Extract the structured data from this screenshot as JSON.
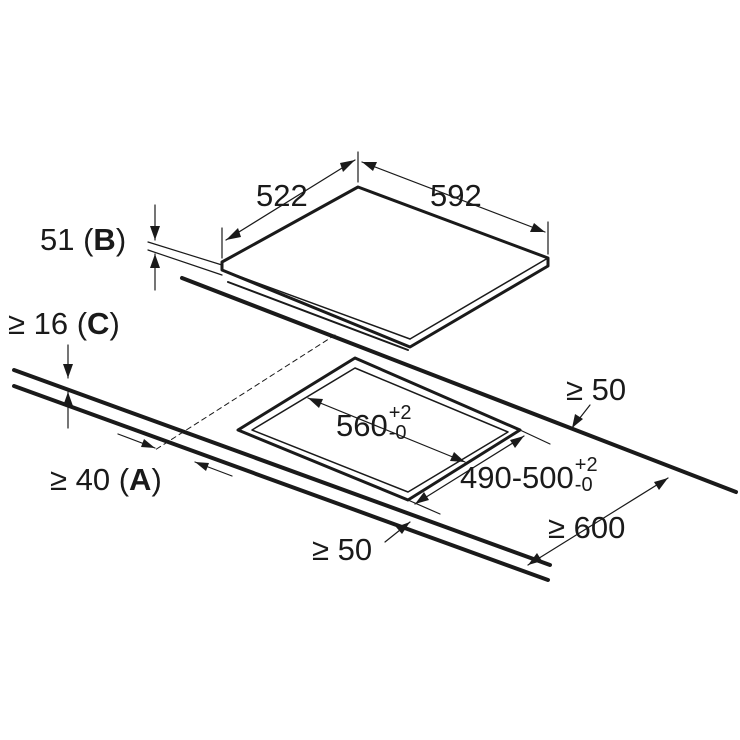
{
  "dimensions": {
    "depth": "522",
    "width": "592",
    "thickness_value": "51",
    "thickness_ref": "B",
    "front_clearance_value": "≥ 16",
    "front_clearance_ref": "C",
    "cutout_width": "560",
    "cutout_width_tol_upper": "+2",
    "cutout_width_tol_lower": "-0",
    "cutout_depth": "490-500",
    "cutout_depth_tol_upper": "+2",
    "cutout_depth_tol_lower": "-0",
    "edge_distance_value": "≥ 40",
    "edge_distance_ref": "A",
    "rear_clearance": "≥ 50",
    "side_clearance": "≥ 50",
    "counter_depth": "≥ 600"
  },
  "colors": {
    "line": "#1a1a1a",
    "background": "#ffffff"
  }
}
